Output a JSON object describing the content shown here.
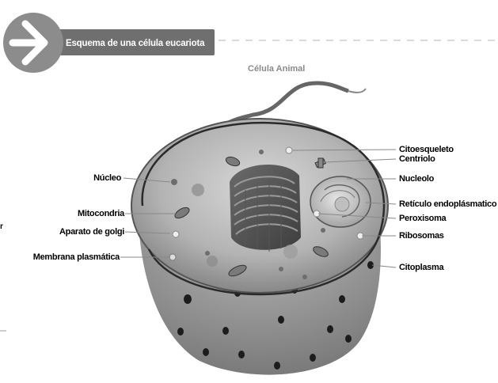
{
  "header": {
    "title": "Esquema de una célula eucariota",
    "subtitle": "Célula Animal"
  },
  "margin_text": "r",
  "labels": {
    "left": {
      "nucleo": "Núcleo",
      "mitocondria": "Mitocondria",
      "golgi": "Aparato de golgi",
      "membrana": "Membrana plasmática"
    },
    "right": {
      "citoesqueleto": "Citoesqueleto",
      "centriolo": "Centriolo",
      "nucleolo": "Nucleolo",
      "reticulo": "Retículo endoplásmatico",
      "peroxisoma": "Peroxisoma",
      "ribosomas": "Ribosomas",
      "citoplasma": "Citoplasma"
    }
  },
  "colors": {
    "banner": "#6f6f6f",
    "arrow_circle": "#8c8c8c",
    "leader_line": "#888888"
  }
}
